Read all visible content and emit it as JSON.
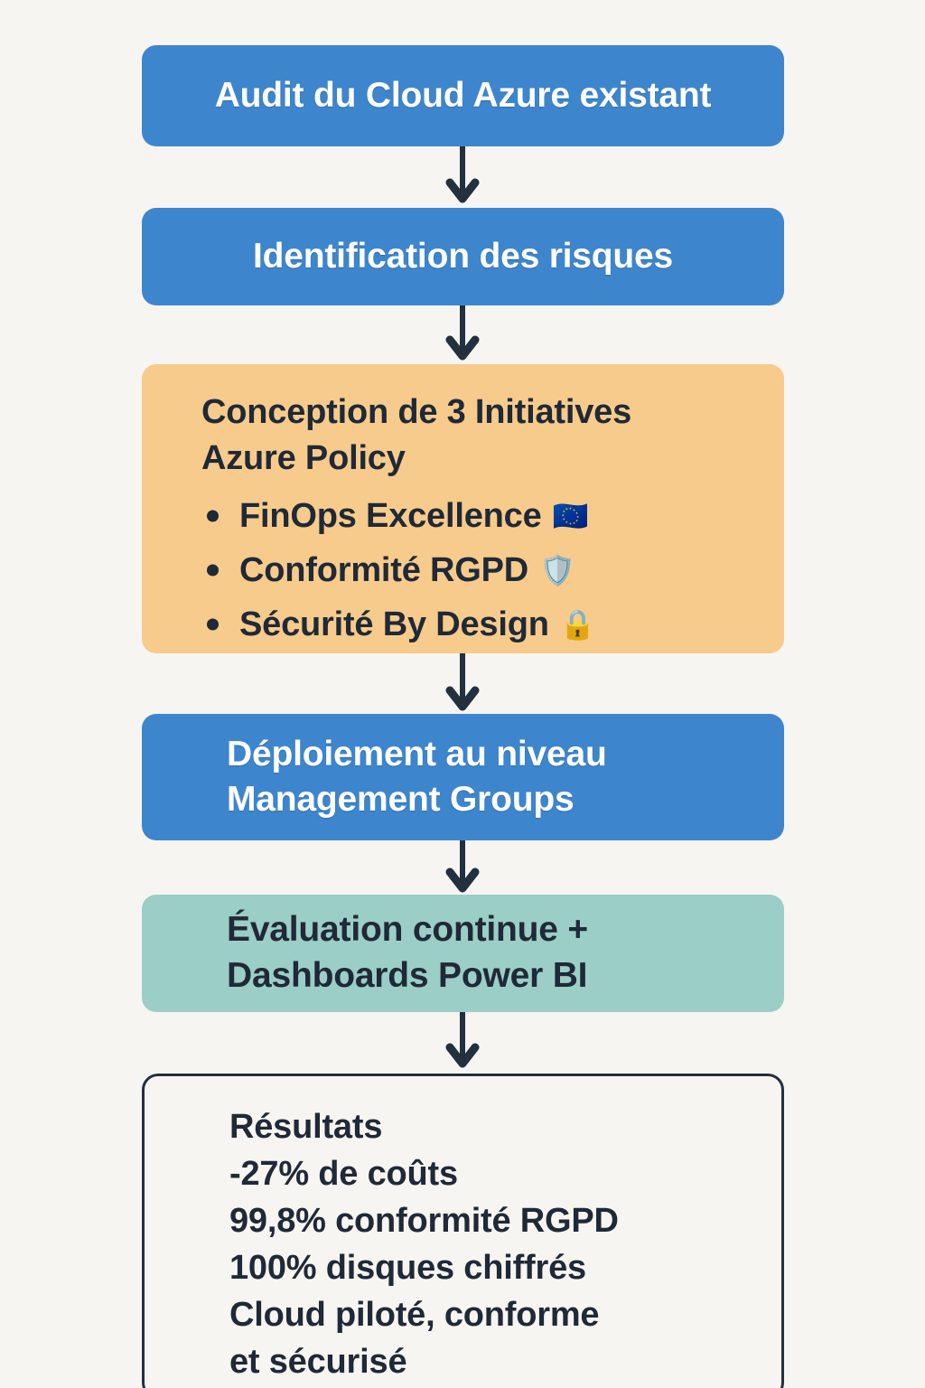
{
  "diagram": {
    "type": "flowchart",
    "orientation": "top-to-bottom",
    "background_color": "#f7f5f1",
    "arrow_color": "#22303f",
    "nodes": [
      {
        "id": "audit",
        "shape": "rounded-rectangle",
        "fill": "#3d86ce",
        "text_color": "#ffffff",
        "title": "Audit du Cloud Azure existant"
      },
      {
        "id": "risques",
        "shape": "rounded-rectangle",
        "fill": "#3d86ce",
        "text_color": "#ffffff",
        "title": "Identification des risques"
      },
      {
        "id": "initiatives",
        "shape": "rounded-rectangle",
        "fill": "#f7cb8b",
        "text_color": "#1f2937",
        "title_line_1": "Conception de 3 Initiatives",
        "title_line_2": "Azure Policy",
        "bullets": [
          {
            "label": "FinOps Excellence",
            "emoji": "🇪🇺",
            "icon_name": "eu-flag-icon"
          },
          {
            "label": "Conformité RGPD",
            "emoji": "🛡️",
            "icon_name": "shield-icon"
          },
          {
            "label": "Sécurité By Design",
            "emoji": "🔒",
            "icon_name": "lock-icon"
          }
        ]
      },
      {
        "id": "deploy",
        "shape": "rounded-rectangle",
        "fill": "#3d86ce",
        "text_color": "#ffffff",
        "title_line_1": "Déploiement au niveau",
        "title_line_2": "Management Groups"
      },
      {
        "id": "eval",
        "shape": "rounded-rectangle",
        "fill": "#9bcec6",
        "text_color": "#1f2937",
        "title_line_1": "Évaluation continue +",
        "title_line_2": "Dashboards Power BI"
      },
      {
        "id": "resultats",
        "shape": "rounded-rectangle-outlined",
        "fill": "#f7f5f1",
        "border_color": "#22303f",
        "text_color": "#1f2937",
        "lines": [
          "Résultats",
          "-27% de coûts",
          "99,8% conformité RGPD",
          "100% disques chiffrés",
          "Cloud piloté, conforme",
          "et sécurisé"
        ]
      }
    ],
    "edges": [
      {
        "from": "audit",
        "to": "risques",
        "style": "arrow-down"
      },
      {
        "from": "risques",
        "to": "initiatives",
        "style": "arrow-down"
      },
      {
        "from": "initiatives",
        "to": "deploy",
        "style": "arrow-down"
      },
      {
        "from": "deploy",
        "to": "eval",
        "style": "arrow-down"
      },
      {
        "from": "eval",
        "to": "resultats",
        "style": "arrow-down"
      }
    ]
  }
}
